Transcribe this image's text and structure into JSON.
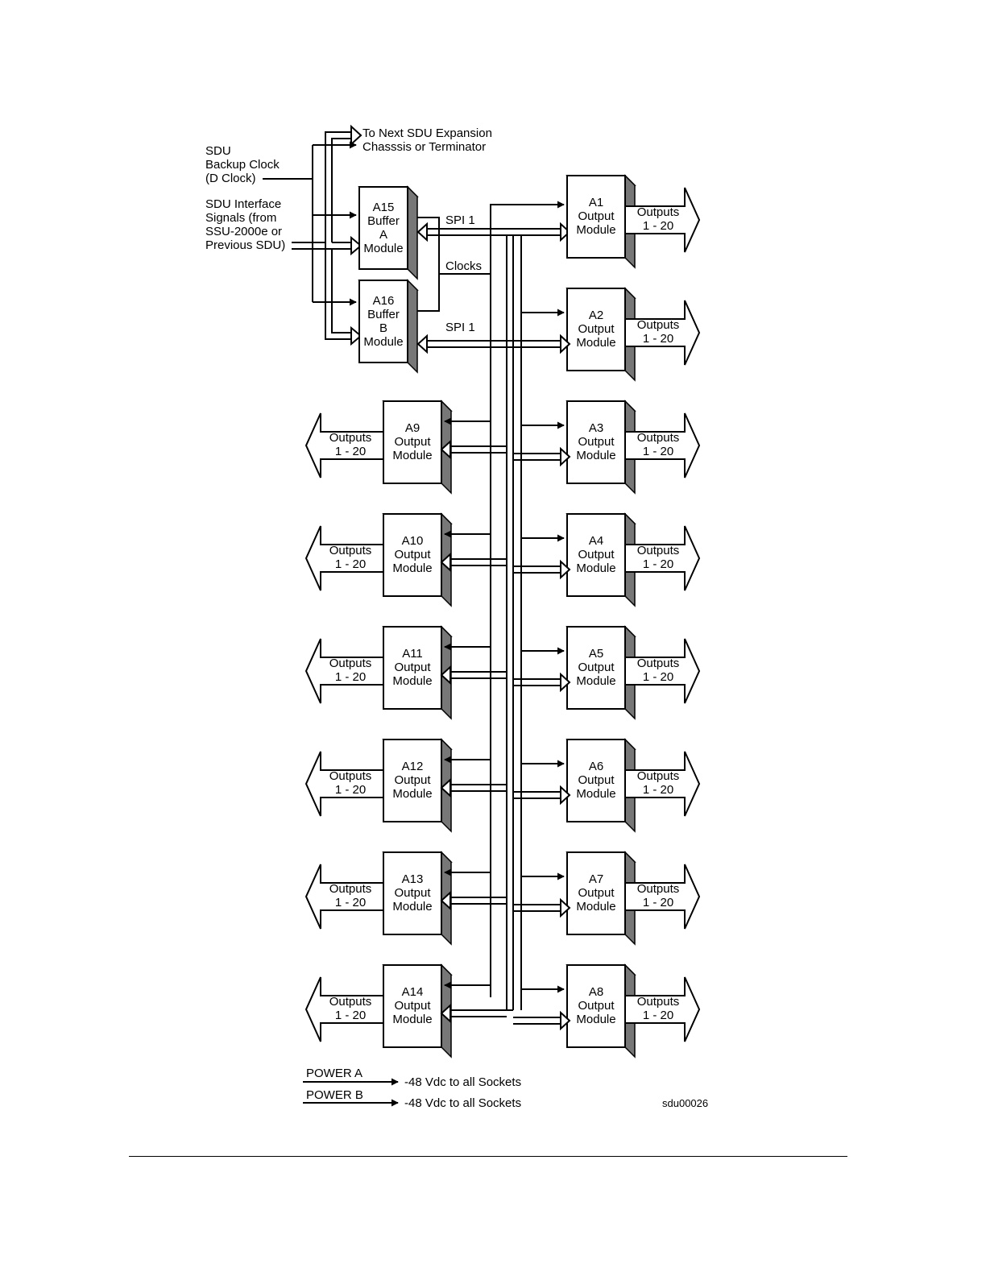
{
  "header": {
    "next_line1": "To Next SDU Expansion",
    "next_line2": "Chasssis or Terminator"
  },
  "inputs": {
    "backup_clock": [
      "SDU",
      "Backup Clock",
      "(D Clock)"
    ],
    "interface_signals": [
      "SDU Interface",
      "Signals (from",
      "SSU-2000e or",
      "Previous SDU)"
    ]
  },
  "bus_labels": {
    "spi_a": "SPI 1",
    "clocks": "Clocks",
    "spi_b": "SPI 1"
  },
  "buffers": [
    {
      "id": "A15",
      "lines": [
        "A15",
        "Buffer",
        "A",
        "Module"
      ]
    },
    {
      "id": "A16",
      "lines": [
        "A16",
        "Buffer",
        "B",
        "Module"
      ]
    }
  ],
  "modules_right": [
    {
      "id": "A1",
      "l2": "Output",
      "l3": "Module"
    },
    {
      "id": "A2",
      "l2": "Output",
      "l3": "Module"
    },
    {
      "id": "A3",
      "l2": "Output",
      "l3": "Module"
    },
    {
      "id": "A4",
      "l2": "Output",
      "l3": "Module"
    },
    {
      "id": "A5",
      "l2": "Output",
      "l3": "Module"
    },
    {
      "id": "A6",
      "l2": "Output",
      "l3": "Module"
    },
    {
      "id": "A7",
      "l2": "Output",
      "l3": "Module"
    },
    {
      "id": "A8",
      "l2": "Output",
      "l3": "Module"
    }
  ],
  "modules_left": [
    {
      "id": "A9",
      "l2": "Output",
      "l3": "Module"
    },
    {
      "id": "A10",
      "l2": "Output",
      "l3": "Module"
    },
    {
      "id": "A11",
      "l2": "Output",
      "l3": "Module"
    },
    {
      "id": "A12",
      "l2": "Output",
      "l3": "Module"
    },
    {
      "id": "A13",
      "l2": "Output",
      "l3": "Module"
    },
    {
      "id": "A14",
      "l2": "Output",
      "l3": "Module"
    }
  ],
  "outputs": {
    "line1": "Outputs",
    "line2": "1 - 20"
  },
  "power": [
    {
      "label": "POWER A",
      "note": "-48 Vdc to all Sockets"
    },
    {
      "label": "POWER B",
      "note": "-48 Vdc to all Sockets"
    }
  ],
  "figure_id": "sdu00026"
}
